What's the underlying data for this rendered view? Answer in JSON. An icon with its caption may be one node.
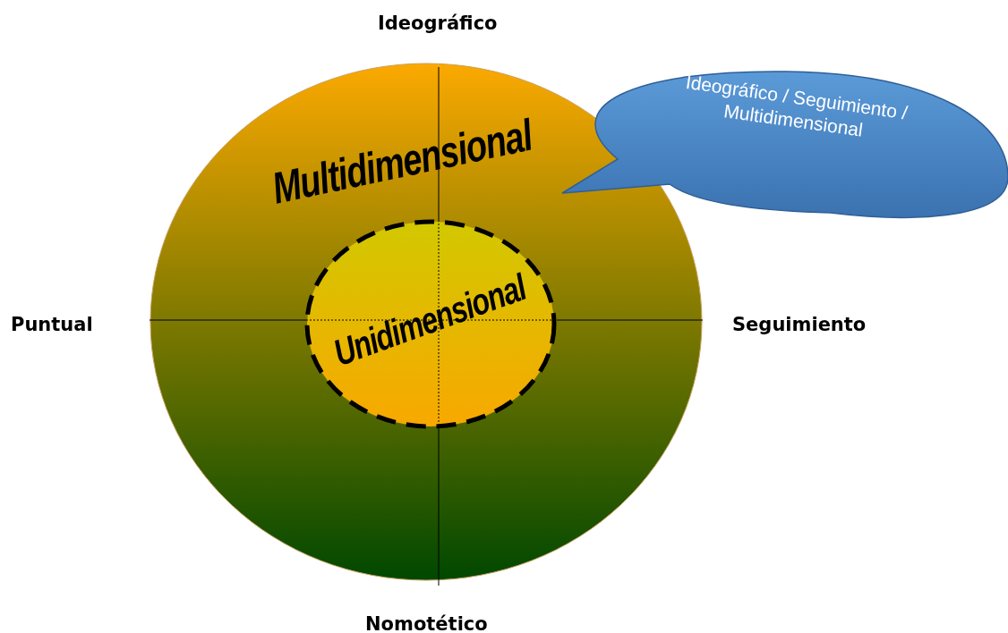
{
  "diagram": {
    "nodes": [
      {
        "text": [
          "Multidimensional"
        ]
      },
      {
        "text": [
          "Unidimensional"
        ],
        "in": 0
      },
      {
        "text": [
          "Ideográfico / Seguimiento / Multidimensional"
        ]
      }
    ],
    "labels": [
      "Ideográfico",
      "Puntual",
      "Seguimiento",
      "Nomotético"
    ]
  }
}
